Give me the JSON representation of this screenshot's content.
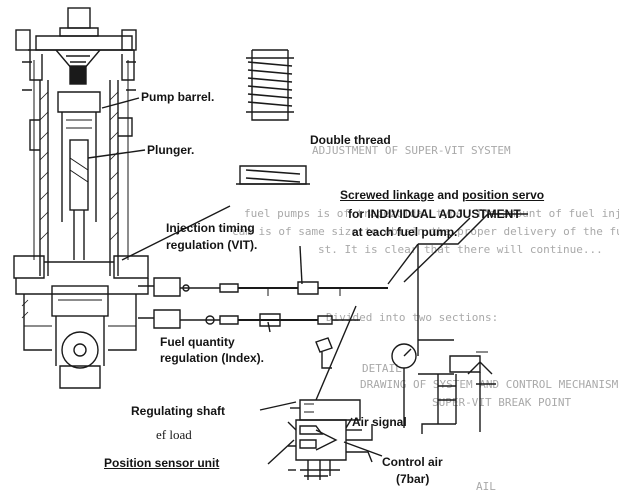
{
  "labels": {
    "pump_barrel": "Pump barrel.",
    "plunger": "Plunger.",
    "double_thread": "Double thread",
    "screwed_linkage_part1": "Screwed linkage",
    "screwed_linkage_and": " and ",
    "screwed_linkage_part2": "position servo",
    "for_individual": "for INDIVIDUAL ADJUSTMENT",
    "at_each_pump": "at each fuel pump.",
    "injection_timing_1": "Injection  timing",
    "injection_timing_2": "regulation (VIT).",
    "fuel_quantity_1": "Fuel quantity",
    "fuel_quantity_2": "regulation (Index).",
    "regulating_shaft": "Regulating shaft",
    "load_note": "ef load",
    "air_signal": "Air signal",
    "position_sensor": "Position sensor unit",
    "control_air": "Control air",
    "control_air_bar": "(7bar)"
  },
  "bleed_through": {
    "line1": "ADJUSTMENT OF SUPER-VIT SYSTEM",
    "line2": "fuel pumps is of trapezoidal type. The amount of fuel injection",
    "line3": "cam is of same size to obtain the proper delivery of the fuel per",
    "line4": "st. It is clear that there will continue...",
    "line5": "Divided into two sections:",
    "line6": "DETAIL",
    "line7": "DRAWING OF SYSTEM AND CONTROL MECHANISM",
    "line8": "SUPER-VIT BREAK POINT",
    "line9": "AIL"
  }
}
